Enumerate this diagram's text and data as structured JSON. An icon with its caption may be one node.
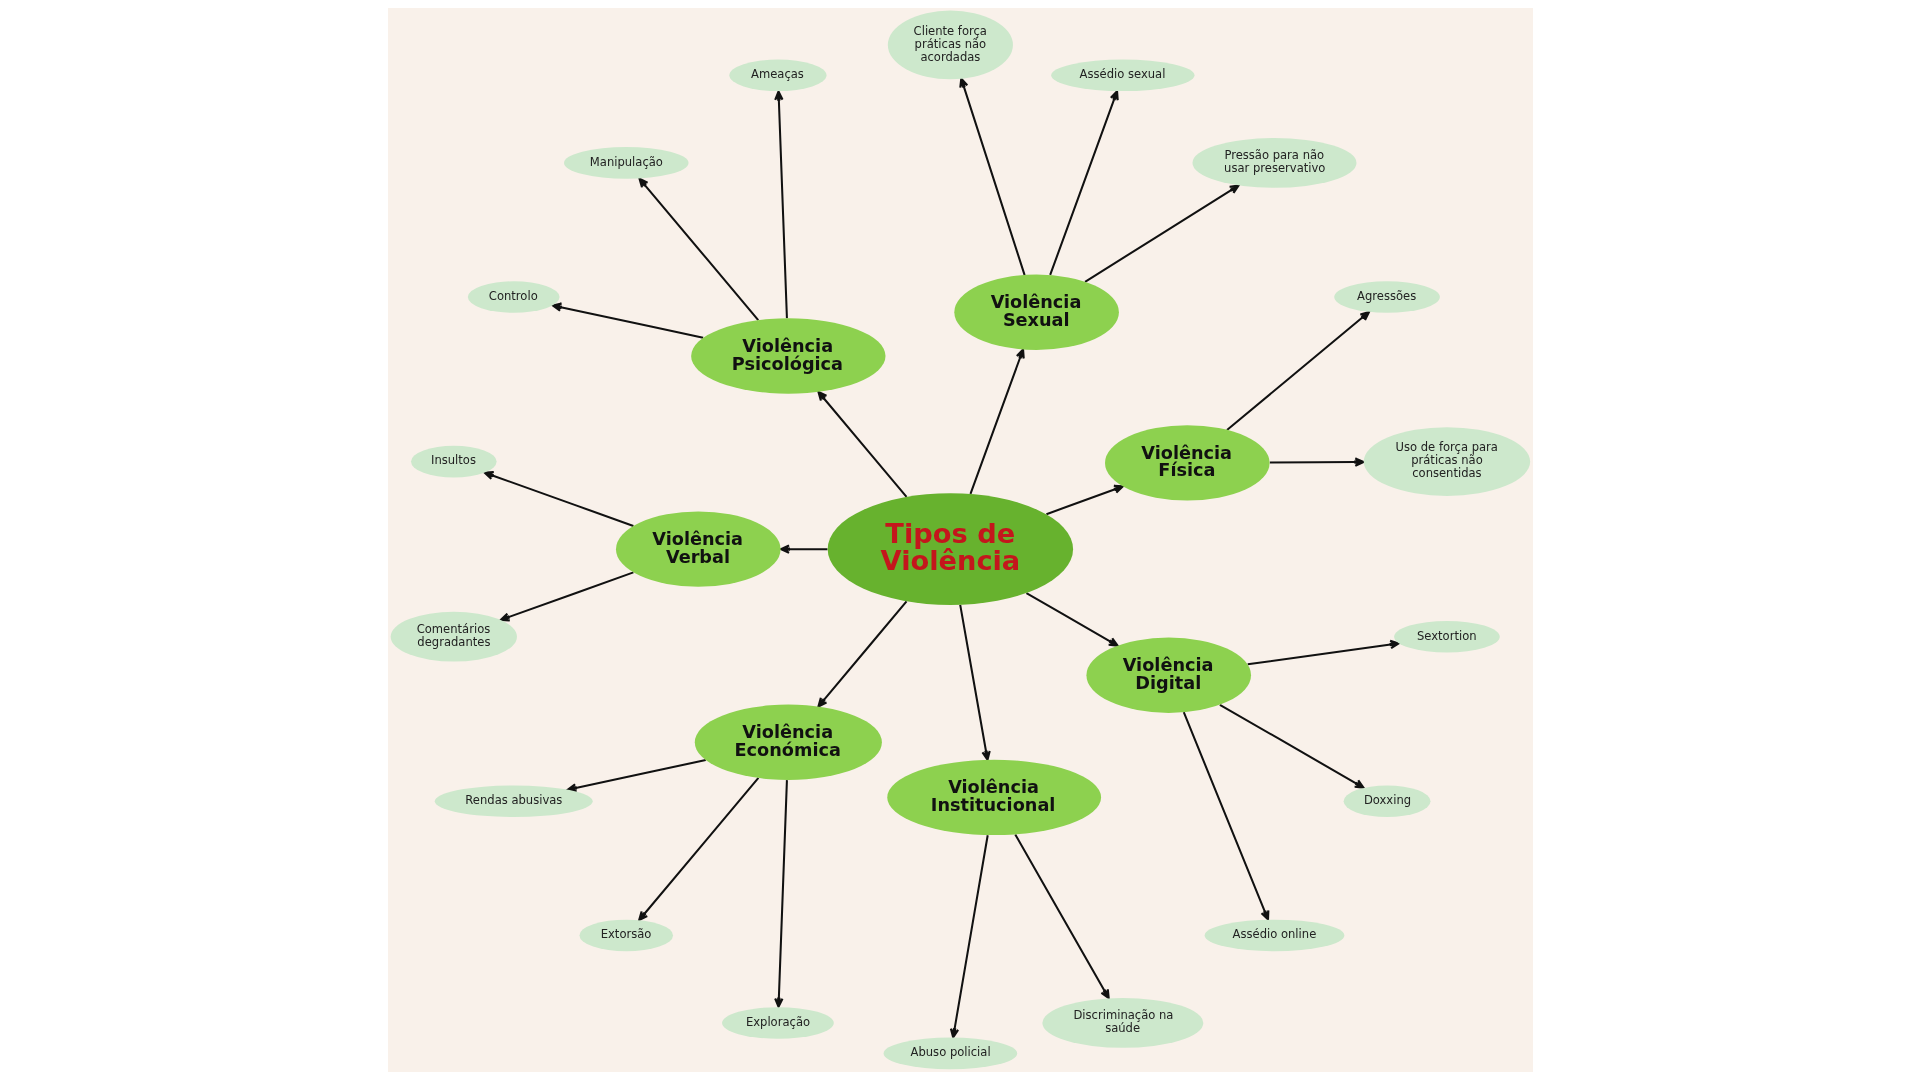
{
  "diagram": {
    "nodes": [
      {
        "text": [
          "Tipos de Violência"
        ]
      },
      {
        "text": [
          "Violência Física"
        ]
      },
      {
        "text": [
          "Uso de força para práticas não consentidas"
        ]
      },
      {
        "text": [
          "Agressões"
        ]
      },
      {
        "text": [
          "Violência Sexual"
        ]
      },
      {
        "text": [
          "Pressão para não usar preservativo"
        ]
      },
      {
        "text": [
          "Assédio sexual"
        ]
      },
      {
        "text": [
          "Cliente força práticas não acordadas"
        ]
      },
      {
        "text": [
          "Violência Psicológica"
        ]
      },
      {
        "text": [
          "Ameaças"
        ]
      },
      {
        "text": [
          "Manipulação"
        ]
      },
      {
        "text": [
          "Controlo"
        ]
      },
      {
        "text": [
          "Violência Verbal"
        ]
      },
      {
        "text": [
          "Insultos"
        ]
      },
      {
        "text": [
          "Comentários degradantes"
        ]
      },
      {
        "text": [
          "Violência Económica"
        ]
      },
      {
        "text": [
          "Rendas abusivas"
        ]
      },
      {
        "text": [
          "Extorsão"
        ]
      },
      {
        "text": [
          "Exploração"
        ]
      },
      {
        "text": [
          "Violência Institucional"
        ]
      },
      {
        "text": [
          "Abuso policial"
        ]
      },
      {
        "text": [
          "Discriminação na saúde"
        ]
      },
      {
        "text": [
          "Violência Digital"
        ]
      },
      {
        "text": [
          "Assédio online"
        ]
      },
      {
        "text": [
          "Doxxing"
        ]
      },
      {
        "text": [
          "Sextortion"
        ]
      }
    ],
    "edges": [
      {
        "from": 0,
        "to": 1,
        "arrow": "to"
      },
      {
        "from": 0,
        "to": 4,
        "arrow": "to"
      },
      {
        "from": 0,
        "to": 8,
        "arrow": "to"
      },
      {
        "from": 0,
        "to": 12,
        "arrow": "to"
      },
      {
        "from": 0,
        "to": 15,
        "arrow": "to"
      },
      {
        "from": 0,
        "to": 19,
        "arrow": "to"
      },
      {
        "from": 0,
        "to": 22,
        "arrow": "to"
      },
      {
        "from": 1,
        "to": 2,
        "arrow": "to"
      },
      {
        "from": 1,
        "to": 3,
        "arrow": "to"
      },
      {
        "from": 4,
        "to": 5,
        "arrow": "to"
      },
      {
        "from": 4,
        "to": 6,
        "arrow": "to"
      },
      {
        "from": 4,
        "to": 7,
        "arrow": "to"
      },
      {
        "from": 8,
        "to": 9,
        "arrow": "to"
      },
      {
        "from": 8,
        "to": 10,
        "arrow": "to"
      },
      {
        "from": 8,
        "to": 11,
        "arrow": "to"
      },
      {
        "from": 12,
        "to": 13,
        "arrow": "to"
      },
      {
        "from": 12,
        "to": 14,
        "arrow": "to"
      },
      {
        "from": 15,
        "to": 16,
        "arrow": "to"
      },
      {
        "from": 15,
        "to": 17,
        "arrow": "to"
      },
      {
        "from": 15,
        "to": 18,
        "arrow": "to"
      },
      {
        "from": 19,
        "to": 20,
        "arrow": "to"
      },
      {
        "from": 19,
        "to": 21,
        "arrow": "to"
      },
      {
        "from": 22,
        "to": 23,
        "arrow": "to"
      },
      {
        "from": 22,
        "to": 24,
        "arrow": "to"
      },
      {
        "from": 22,
        "to": 25,
        "arrow": "to"
      }
    ]
  }
}
